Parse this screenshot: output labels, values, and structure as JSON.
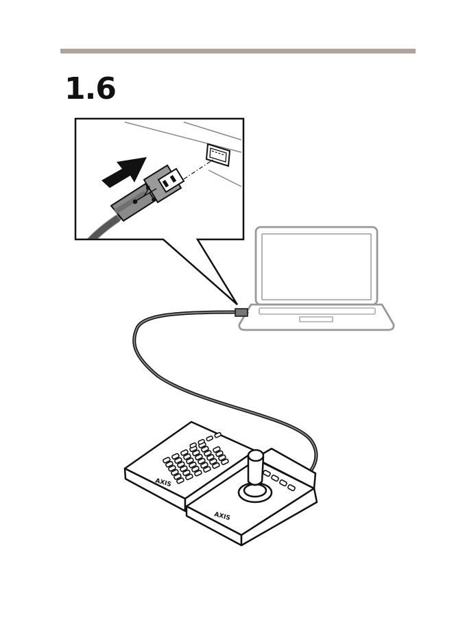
{
  "page": {
    "step_number": "1.6",
    "accent_color": "#b0a39c"
  },
  "illustration": {
    "callout_icons": [
      "usb-plug-icon",
      "usb-symbol-icon",
      "insert-arrow-icon",
      "usb-port-icon"
    ],
    "devices": [
      "laptop",
      "usb-cable",
      "joystick-control-board",
      "keypad-extension"
    ]
  }
}
